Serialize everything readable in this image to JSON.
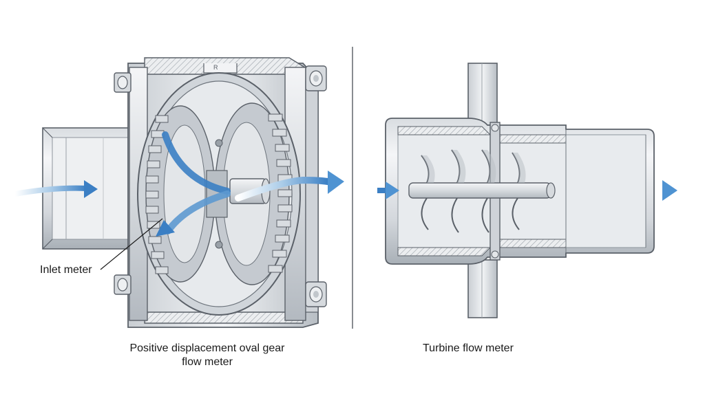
{
  "labels": {
    "inlet": "Inlet meter",
    "positive_displacement_line1": "Positive displacement oval gear",
    "positive_displacement_line2": "flow meter",
    "turbine": "Turbine flow meter"
  },
  "colors": {
    "flow_arrow": "#3b7fc4",
    "flow_arrow_light": "#a9cbe8",
    "metal_light": "#e9ecef",
    "metal_mid": "#c4c9cf",
    "metal_dark": "#8d949c",
    "outline": "#5a6068",
    "hatch": "#9aa1a8"
  },
  "icons": {
    "flow": "blue-flow-arrow",
    "divider": "vertical-divider-line"
  }
}
